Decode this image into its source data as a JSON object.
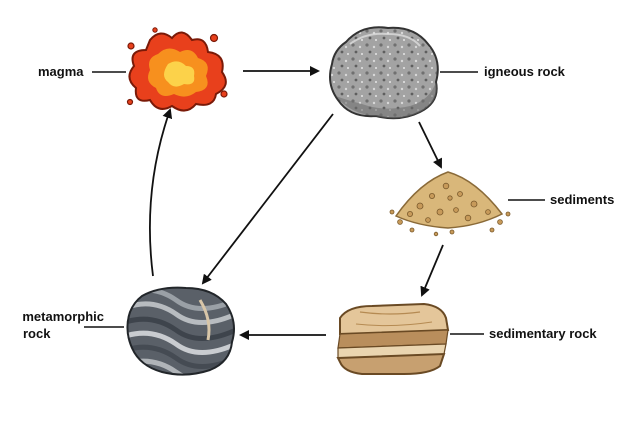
{
  "diagram": {
    "labels": {
      "magma": "magma",
      "igneous": "igneous rock",
      "sediments": "sediments",
      "sedimentary": "sedimentary rock",
      "metamorphic_line1": "metamorphic",
      "metamorphic_line2": "rock"
    },
    "colors": {
      "magma_outer": "#e8401c",
      "magma_mid": "#f7901e",
      "magma_core": "#fcd24a",
      "igneous_rock": "#9a9a9a",
      "sediment": "#d9b77a",
      "sedimentary_layer_light": "#e4c69a",
      "sedimentary_layer_dark": "#b98e5c",
      "metamorphic_dark": "#5a6068",
      "metamorphic_light": "#b8bcc0",
      "arrow": "#111111"
    },
    "icons": [
      "magma-icon",
      "igneous-rock-icon",
      "sediments-icon",
      "sedimentary-rock-icon",
      "metamorphic-rock-icon"
    ]
  }
}
